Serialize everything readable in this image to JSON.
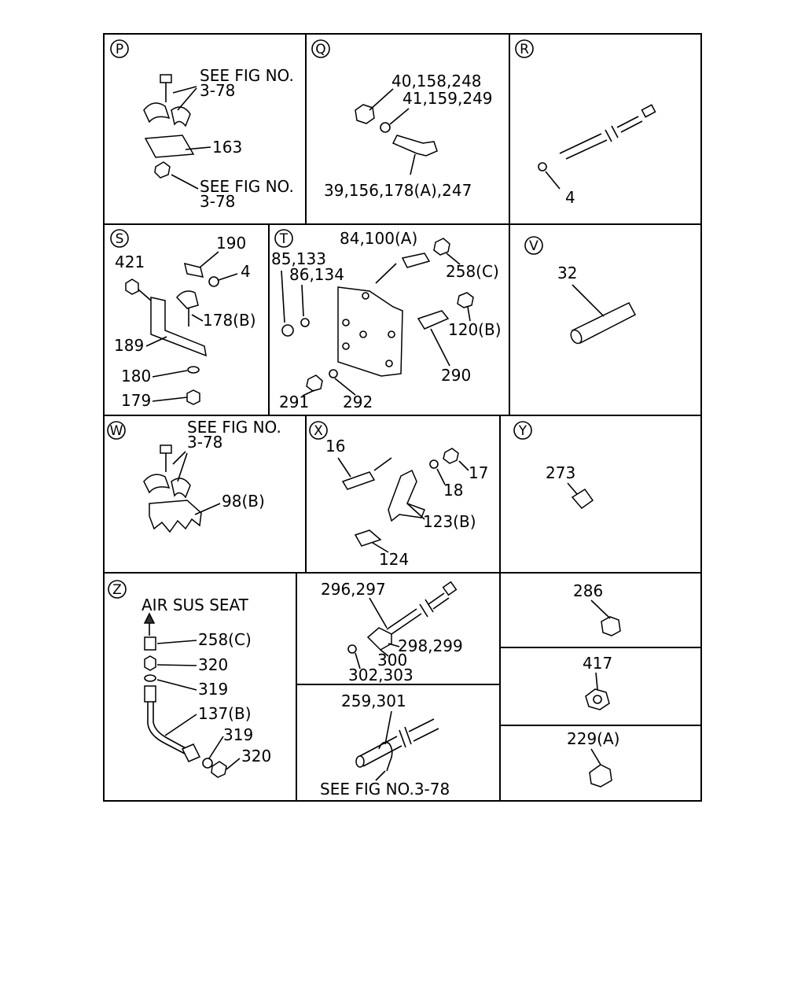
{
  "panels": {
    "P": {
      "letter": "P",
      "labels": [
        "SEE FIG NO.",
        "3-78",
        "163",
        "SEE FIG NO.",
        "3-78"
      ]
    },
    "Q": {
      "letter": "Q",
      "labels": [
        "40,158,248",
        "41,159,249",
        "39,156,178(A),247"
      ]
    },
    "R": {
      "letter": "R",
      "labels": [
        "4"
      ]
    },
    "S": {
      "letter": "S",
      "labels": [
        "421",
        "190",
        "4",
        "178(B)",
        "189",
        "180",
        "179"
      ]
    },
    "T": {
      "letter": "T",
      "labels": [
        "84,100(A)",
        "85,133",
        "86,134",
        "258(C)",
        "120(B)",
        "290",
        "291",
        "292"
      ]
    },
    "V": {
      "letter": "V",
      "labels": [
        "32"
      ]
    },
    "W": {
      "letter": "W",
      "labels": [
        "SEE FIG NO.",
        "3-78",
        "98(B)"
      ]
    },
    "X": {
      "letter": "X",
      "labels": [
        "16",
        "17",
        "18",
        "123(B)",
        "124"
      ]
    },
    "Y": {
      "letter": "Y",
      "labels": [
        "273"
      ]
    },
    "Z": {
      "letter": "Z",
      "labels": [
        "AIR SUS SEAT",
        "258(C)",
        "320",
        "319",
        "137(B)",
        "319",
        "320"
      ]
    },
    "mid_upper": {
      "labels": [
        "296,297",
        "298,299",
        "300",
        "302,303"
      ]
    },
    "mid_lower": {
      "labels": [
        "259,301",
        "SEE FIG NO.3-78"
      ]
    },
    "right_1": {
      "labels": [
        "286"
      ]
    },
    "right_2": {
      "labels": [
        "417"
      ]
    },
    "right_3": {
      "labels": [
        "229(A)"
      ]
    }
  }
}
